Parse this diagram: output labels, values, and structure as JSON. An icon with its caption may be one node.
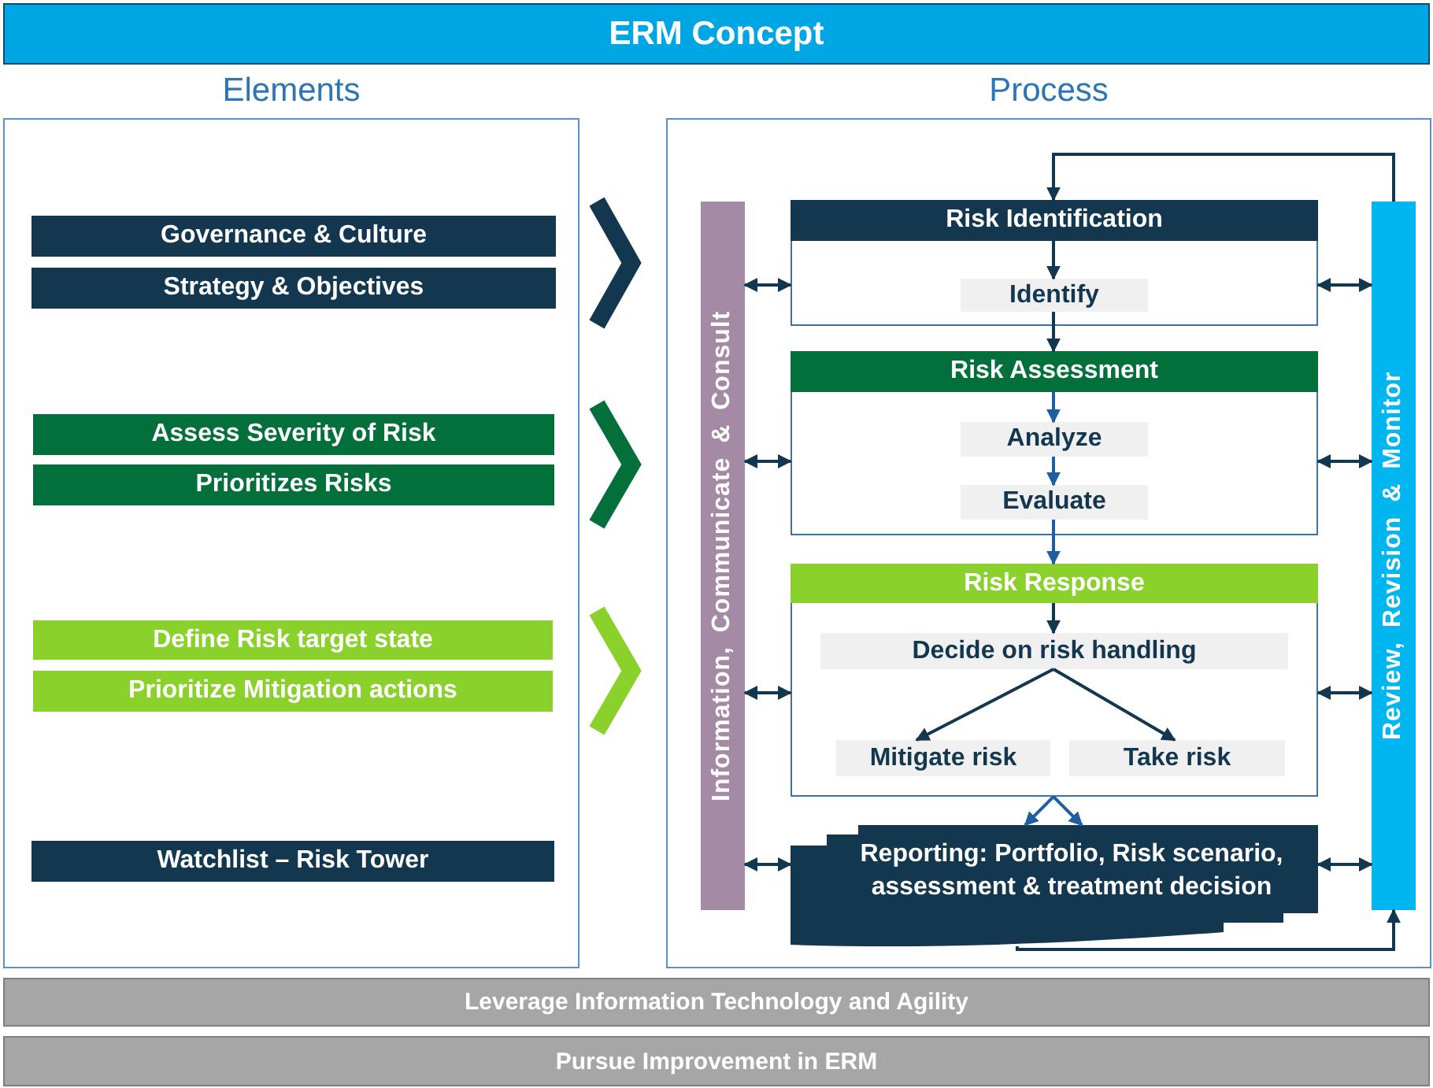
{
  "diagram": {
    "title": "ERM Concept",
    "nodes": [
      {
        "text": [
          "Elements"
        ]
      },
      {
        "text": [
          "Governance & Culture"
        ],
        "in": 0
      },
      {
        "text": [
          "Strategy & Objectives"
        ],
        "in": 0
      },
      {
        "text": [
          "Assess Severity of Risk"
        ],
        "in": 0
      },
      {
        "text": [
          "Prioritizes Risks"
        ],
        "in": 0
      },
      {
        "text": [
          "Define Risk target state"
        ],
        "in": 0
      },
      {
        "text": [
          "Prioritize Mitigation actions"
        ],
        "in": 0
      },
      {
        "text": [
          "Watchlist – Risk Tower"
        ],
        "in": 0
      },
      {
        "text": [
          "Process"
        ]
      },
      {
        "text": [
          "Information, Communicate & Consult"
        ],
        "in": 8
      },
      {
        "text": [],
        "shape": "box",
        "in": 8
      },
      {
        "text": [
          "Risk Identification"
        ],
        "in": 10
      },
      {
        "text": [
          "Identify"
        ],
        "in": 10
      },
      {
        "text": [],
        "shape": "box",
        "in": 8
      },
      {
        "text": [
          "Risk Assessment"
        ],
        "in": 13
      },
      {
        "text": [
          "Analyze"
        ],
        "in": 13
      },
      {
        "text": [
          "Evaluate"
        ],
        "in": 13
      },
      {
        "text": [],
        "shape": "box",
        "in": 8
      },
      {
        "text": [
          "Risk Response"
        ],
        "in": 17
      },
      {
        "text": [
          "Decide on risk handling"
        ],
        "in": 17
      },
      {
        "text": [
          "Mitigate risk"
        ],
        "in": 17
      },
      {
        "text": [
          "Take risk"
        ],
        "in": 17
      },
      {
        "text": [
          "Reporting: Portfolio, Risk scenario, assessment & treatment decision"
        ],
        "in": 8
      },
      {
        "text": [
          "Review, Revision & Monitor"
        ],
        "in": 8
      },
      {
        "text": [
          "Leverage Information Technology and Agility"
        ]
      },
      {
        "text": [
          "Pursue Improvement in ERM"
        ]
      }
    ],
    "edges": [
      {
        "from": 0,
        "to": 8,
        "arrow": "to",
        "style": "thick"
      },
      {
        "from": 0,
        "to": 8,
        "arrow": "to",
        "style": "thick",
        "color": "#036f3a"
      },
      {
        "from": 0,
        "to": 8,
        "arrow": "to",
        "style": "thick",
        "color": "#8bd12c"
      },
      {
        "from": 11,
        "to": 12,
        "arrow": "to"
      },
      {
        "from": 12,
        "to": 14,
        "arrow": "to"
      },
      {
        "from": 14,
        "to": 15,
        "arrow": "to",
        "color": "#1f5fa0"
      },
      {
        "from": 15,
        "to": 16,
        "arrow": "to",
        "color": "#1f5fa0"
      },
      {
        "from": 16,
        "to": 18,
        "arrow": "to",
        "color": "#1f5fa0"
      },
      {
        "from": 18,
        "to": 19,
        "arrow": "to"
      },
      {
        "from": 19,
        "to": 20,
        "arrow": "to"
      },
      {
        "from": 19,
        "to": 21,
        "arrow": "to"
      },
      {
        "from": 17,
        "to": 22,
        "arrow": "to",
        "color": "#1f5fa0"
      },
      {
        "from": 17,
        "to": 22,
        "arrow": "to",
        "color": "#1f5fa0"
      },
      {
        "from": 9,
        "to": 10,
        "arrow": "both"
      },
      {
        "from": 9,
        "to": 13,
        "arrow": "both"
      },
      {
        "from": 9,
        "to": 17,
        "arrow": "both"
      },
      {
        "from": 9,
        "to": 22,
        "arrow": "both"
      },
      {
        "from": 10,
        "to": 23,
        "arrow": "both"
      },
      {
        "from": 13,
        "to": 23,
        "arrow": "both"
      },
      {
        "from": 17,
        "to": 23,
        "arrow": "both"
      },
      {
        "from": 22,
        "to": 23,
        "arrow": "both"
      },
      {
        "from": 23,
        "to": 11,
        "arrow": "to"
      },
      {
        "from": 22,
        "to": 23,
        "arrow": "to"
      }
    ]
  }
}
